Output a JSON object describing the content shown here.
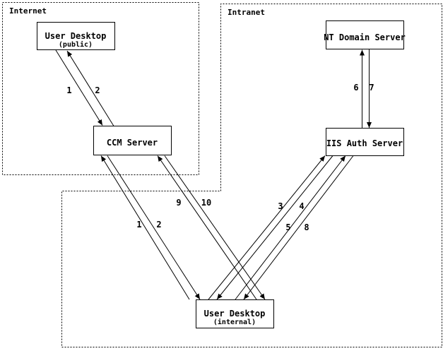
{
  "zones": {
    "internet": {
      "label": "Internet"
    },
    "intranet": {
      "label": "Intranet"
    }
  },
  "nodes": {
    "user_desktop_public": {
      "title": "User Desktop",
      "subtitle": "(public)"
    },
    "ccm_server": {
      "title": "CCM Server"
    },
    "nt_domain_server": {
      "title": "NT Domain Server"
    },
    "iis_auth_server": {
      "title": "IIS Auth Server"
    },
    "user_desktop_internal": {
      "title": "User Desktop",
      "subtitle": "(internal)"
    }
  },
  "connections": [
    {
      "label": "1",
      "from": "User Desktop (public)",
      "to": "CCM Server"
    },
    {
      "label": "2",
      "from": "CCM Server",
      "to": "User Desktop (public)"
    },
    {
      "label": "1",
      "from": "User Desktop (internal)",
      "to": "CCM Server"
    },
    {
      "label": "2",
      "from": "CCM Server",
      "to": "User Desktop (internal)"
    },
    {
      "label": "9",
      "from": "User Desktop (internal)",
      "to": "CCM Server"
    },
    {
      "label": "10",
      "from": "CCM Server",
      "to": "User Desktop (internal)"
    },
    {
      "label": "3",
      "from": "User Desktop (internal)",
      "to": "IIS Auth Server"
    },
    {
      "label": "4",
      "from": "IIS Auth Server",
      "to": "User Desktop (internal)"
    },
    {
      "label": "5",
      "from": "User Desktop (internal)",
      "to": "IIS Auth Server"
    },
    {
      "label": "8",
      "from": "IIS Auth Server",
      "to": "User Desktop (internal)"
    },
    {
      "label": "6",
      "from": "IIS Auth Server",
      "to": "NT Domain Server"
    },
    {
      "label": "7",
      "from": "NT Domain Server",
      "to": "IIS Auth Server"
    }
  ],
  "colors": {
    "foreground": "#000000",
    "background": "#ffffff"
  }
}
